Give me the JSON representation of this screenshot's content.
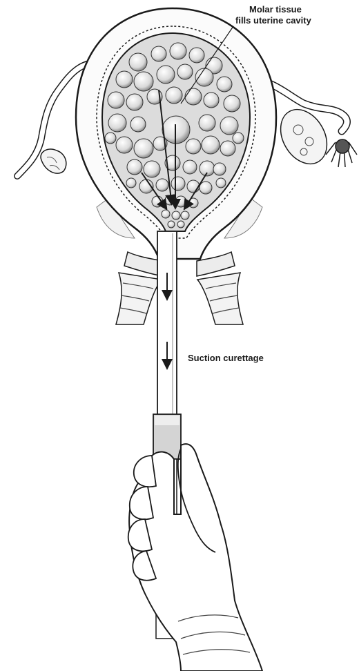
{
  "labels": {
    "molar_line1": "Molar tissue",
    "molar_line2": "fills uterine cavity",
    "suction": "Suction curettage"
  },
  "colors": {
    "ink": "#1a1a1a",
    "background": "#ffffff",
    "tissue_fill": "#efefef",
    "glove_fill": "#ffffff"
  },
  "icons": {
    "flow_arrow": "down-arrow-icon"
  }
}
